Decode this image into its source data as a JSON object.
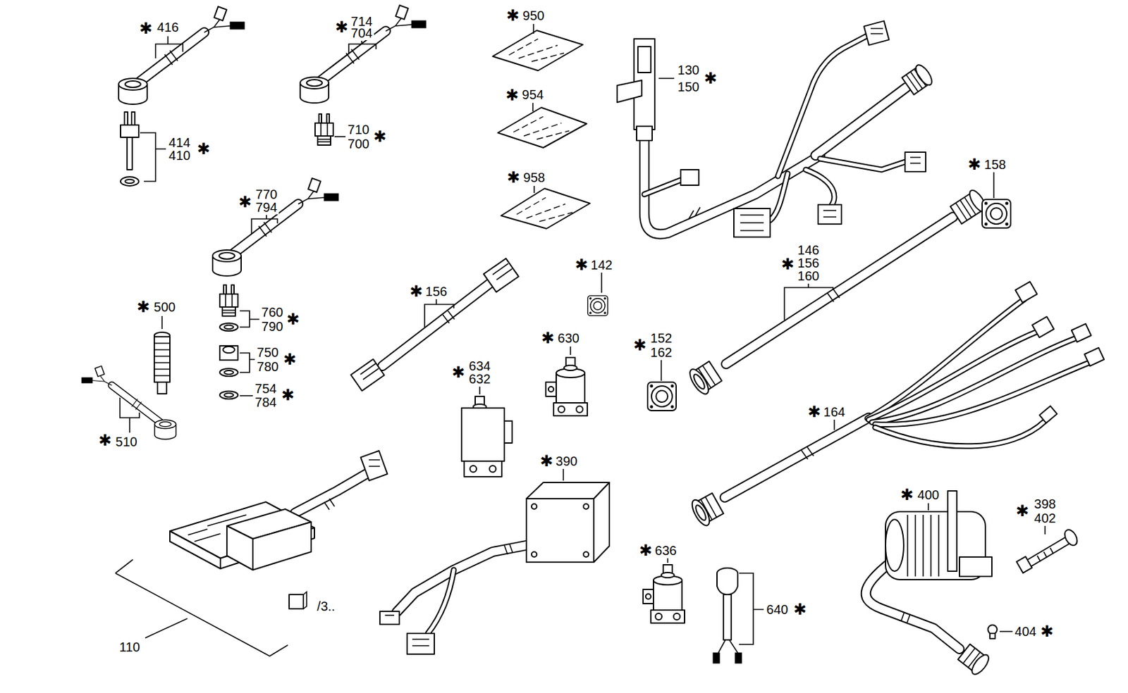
{
  "diagram": {
    "labels": [
      "✱",
      "416",
      "✱",
      "714",
      "704",
      "✱",
      "950",
      "130",
      "150",
      "✱",
      "✱",
      "954",
      "710",
      "700",
      "✱",
      "414",
      "410",
      "✱",
      "✱",
      "158",
      "✱",
      "958",
      "✱",
      "770",
      "794",
      "146",
      "156",
      "160",
      "✱",
      "✱",
      "142",
      "✱",
      "156",
      "✱",
      "500",
      "760",
      "790",
      "✱",
      "✱",
      "630",
      "152",
      "162",
      "✱",
      "750",
      "780",
      "✱",
      "634",
      "632",
      "✱",
      "754",
      "784",
      "✱",
      "✱",
      "164",
      "✱",
      "510",
      "✱",
      "390",
      "✱",
      "400",
      "398",
      "402",
      "✱",
      "✱",
      "636",
      "/3..",
      "640",
      "✱",
      "404",
      "✱",
      "110"
    ]
  }
}
